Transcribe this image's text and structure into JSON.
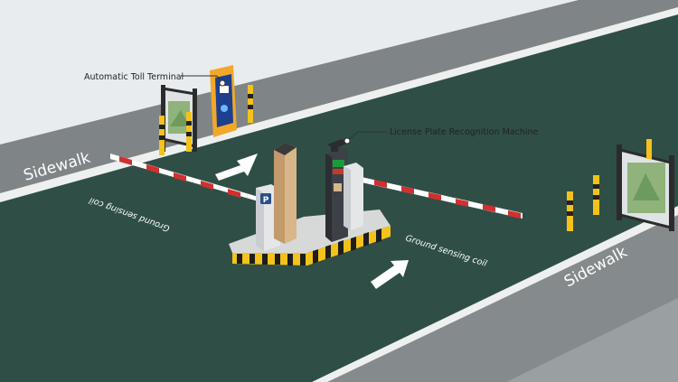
{
  "labels": {
    "toll_terminal": "Automatic Toll Terminal",
    "lpr_machine": "License Plate Recognition Machine",
    "sidewalk_left": "Sidewalk",
    "sidewalk_right": "Sidewalk",
    "coil_upper": "Ground sensing coil",
    "coil_lower": "Ground sensing coil"
  },
  "colors": {
    "road": "#2f4f46",
    "sidewalk": "#7f8486",
    "curb": "#eef0f0",
    "hazard_yellow": "#f4c21a",
    "barrier_red": "#d22f2f"
  },
  "icons": {
    "parking_sign": "P"
  }
}
